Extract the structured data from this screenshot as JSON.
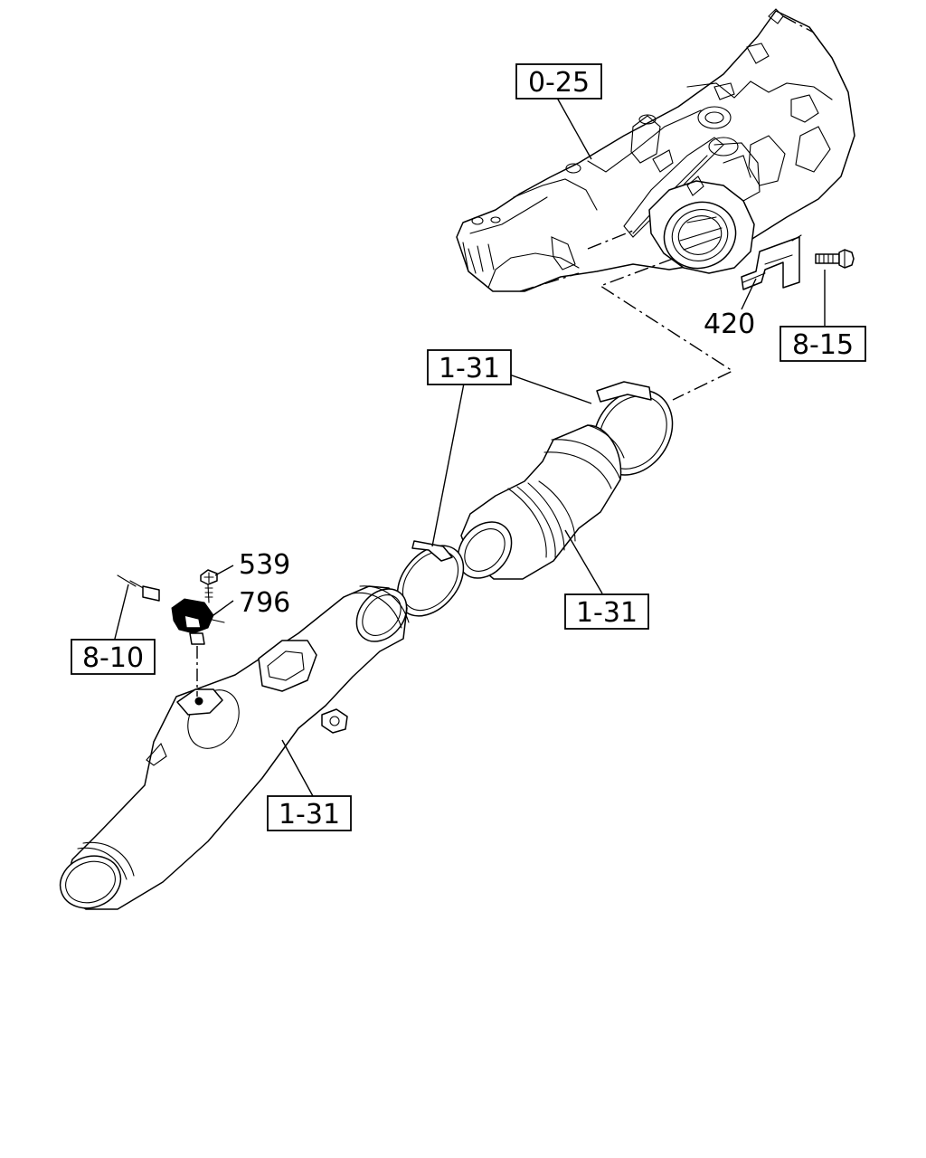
{
  "refs": {
    "r0_25": "0-25",
    "r1_31_top": "1-31",
    "r8_15": "8-15",
    "r1_31_mid": "1-31",
    "r8_10": "8-10",
    "r1_31_low": "1-31"
  },
  "part_numbers": {
    "p420": "420",
    "p539": "539",
    "p796": "796"
  },
  "colors": {
    "line": "#000000",
    "background": "#ffffff"
  }
}
